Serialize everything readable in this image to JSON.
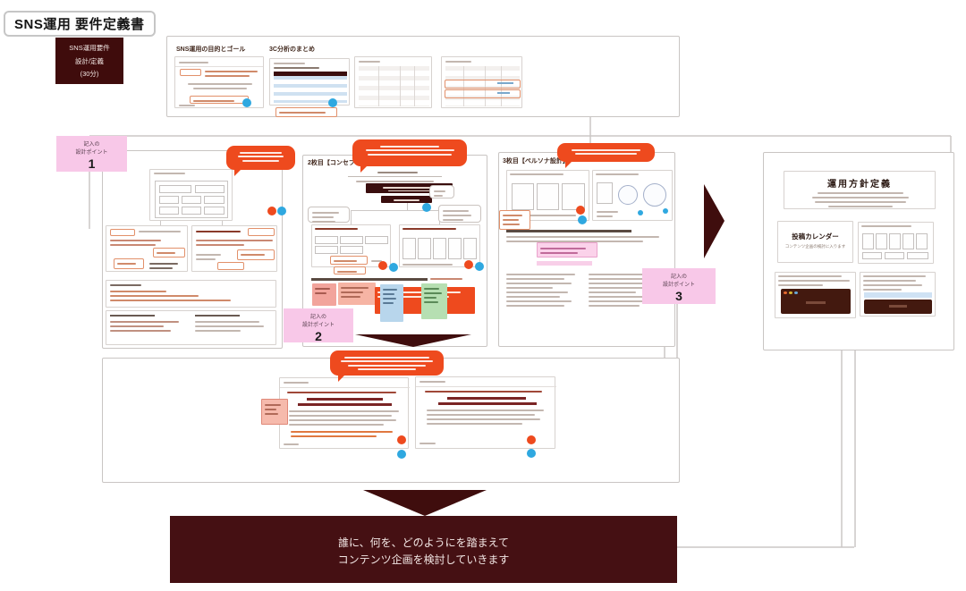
{
  "title_badge": "SNS運用 要件定義書",
  "intro_box": {
    "line1": "SNS運用要件",
    "line2": "設計/定義",
    "line3": "(30分)"
  },
  "top_panel": {
    "doc1_header": "SNS運用の目的とゴール",
    "doc2_header": "3C分析のまとめ"
  },
  "middle_panels": {
    "panel2_header": "2枚目【コンセプト】",
    "panel3_header": "3枚目【ペルソナ設計】"
  },
  "design_points": {
    "p1": {
      "caption": "記入の",
      "label": "設計ポイント",
      "number": "1"
    },
    "p2": {
      "caption": "記入の",
      "label": "設計ポイント",
      "number": "2"
    },
    "p3": {
      "caption": "記入の",
      "label": "設計ポイント",
      "number": "3"
    }
  },
  "right_panel": {
    "card1_title": "運用方針定義",
    "card2_title": "投稿カレンダー",
    "card2_sub": "コンテンツ企画の検討に入ります"
  },
  "banner": {
    "line1": "誰に、何を、どのようにを踏まえて",
    "line2": "コンテンツ企画を検討していきます"
  },
  "colors": {
    "accent_orange": "#ee4a1e",
    "accent_blue": "#2fa8e0",
    "pink": "#f8c8e8",
    "dark_maroon": "#3f0c0c",
    "banner_bg": "#451013"
  }
}
